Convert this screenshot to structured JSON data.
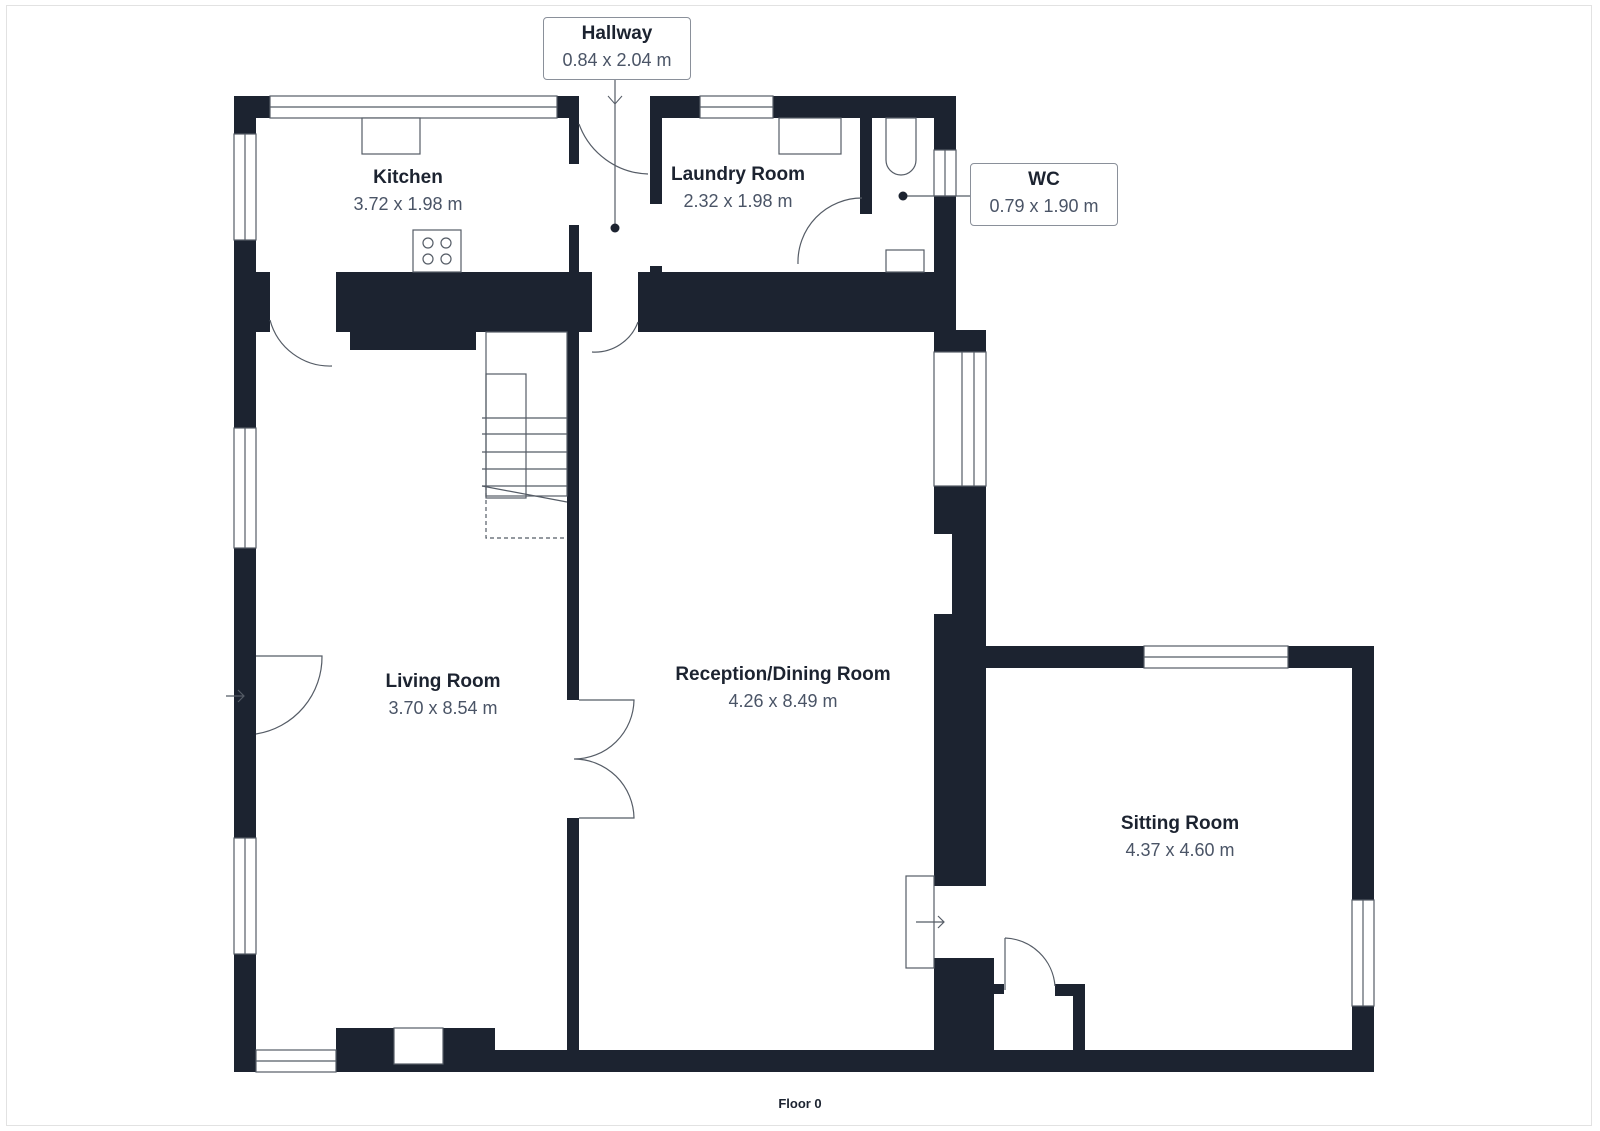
{
  "plan": {
    "floor_label": "Floor 0",
    "wall_color": "#1c2330",
    "line_color": "#555c66",
    "text_color": "#1c2330",
    "dims_color": "#4a5466"
  },
  "rooms": {
    "kitchen": {
      "name": "Kitchen",
      "dims": "3.72 x 1.98 m"
    },
    "hallway": {
      "name": "Hallway",
      "dims": "0.84 x 2.04 m"
    },
    "laundry": {
      "name": "Laundry Room",
      "dims": "2.32 x 1.98 m"
    },
    "wc": {
      "name": "WC",
      "dims": "0.79 x 1.90 m"
    },
    "living": {
      "name": "Living Room",
      "dims": "3.70 x 8.54 m"
    },
    "reception": {
      "name": "Reception/Dining Room",
      "dims": "4.26 x 8.49 m"
    },
    "sitting": {
      "name": "Sitting Room",
      "dims": "4.37 x 4.60 m"
    }
  },
  "icons": {
    "entrance_arrow": "entrance-arrow-icon",
    "sink": "sink-icon",
    "hob": "hob-icon",
    "toilet": "toilet-icon",
    "stairs": "stairs-icon",
    "fireplace": "fireplace-icon"
  }
}
